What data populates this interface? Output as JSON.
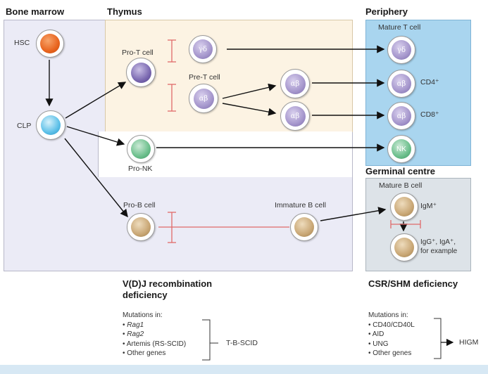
{
  "headers": {
    "bone_marrow": "Bone marrow",
    "thymus": "Thymus",
    "periphery": "Periphery",
    "germinal_centre": "Germinal centre"
  },
  "cells": {
    "hsc": "HSC",
    "clp": "CLP",
    "pro_t": "Pro-T cell",
    "pre_t": "Pre-T cell",
    "pro_nk": "Pro-NK",
    "pro_b": "Pro-B cell",
    "immature_b": "Immature B cell",
    "mature_t": "Mature T cell",
    "mature_b": "Mature B cell",
    "gd": "γδ",
    "ab": "αβ",
    "nk": "NK",
    "cd4": "CD4⁺",
    "cd8": "CD8⁺",
    "igm": "IgM⁺",
    "igg_line1": "IgG⁺, IgA⁺,",
    "igg_line2": "for example"
  },
  "left_section": {
    "title_line1": "V(D)J recombination",
    "title_line2": "deficiency",
    "mutations_label": "Mutations in:",
    "items": [
      "Rag1",
      "Rag2",
      "Artemis (RS-SCID)",
      "Other genes"
    ],
    "result": "T-B-SCID"
  },
  "right_section": {
    "title": "CSR/SHM deficiency",
    "mutations_label": "Mutations in:",
    "items": [
      "CD40/CD40L",
      "AID",
      "UNG",
      "Other genes"
    ],
    "result": "HIGM"
  },
  "colors": {
    "bone_marrow_bg": "#ebebf6",
    "thymus_bg": "#fcf3e3",
    "periphery_bg": "#a9d5ef",
    "germinal_bg": "#dde3e8",
    "block_bar": "#e06a6a",
    "hsc": "#e8641e",
    "clp": "#5cc0e8",
    "t_cell": "#8a78b8",
    "nk": "#6cbf8c",
    "b_cell": "#c9a775"
  }
}
